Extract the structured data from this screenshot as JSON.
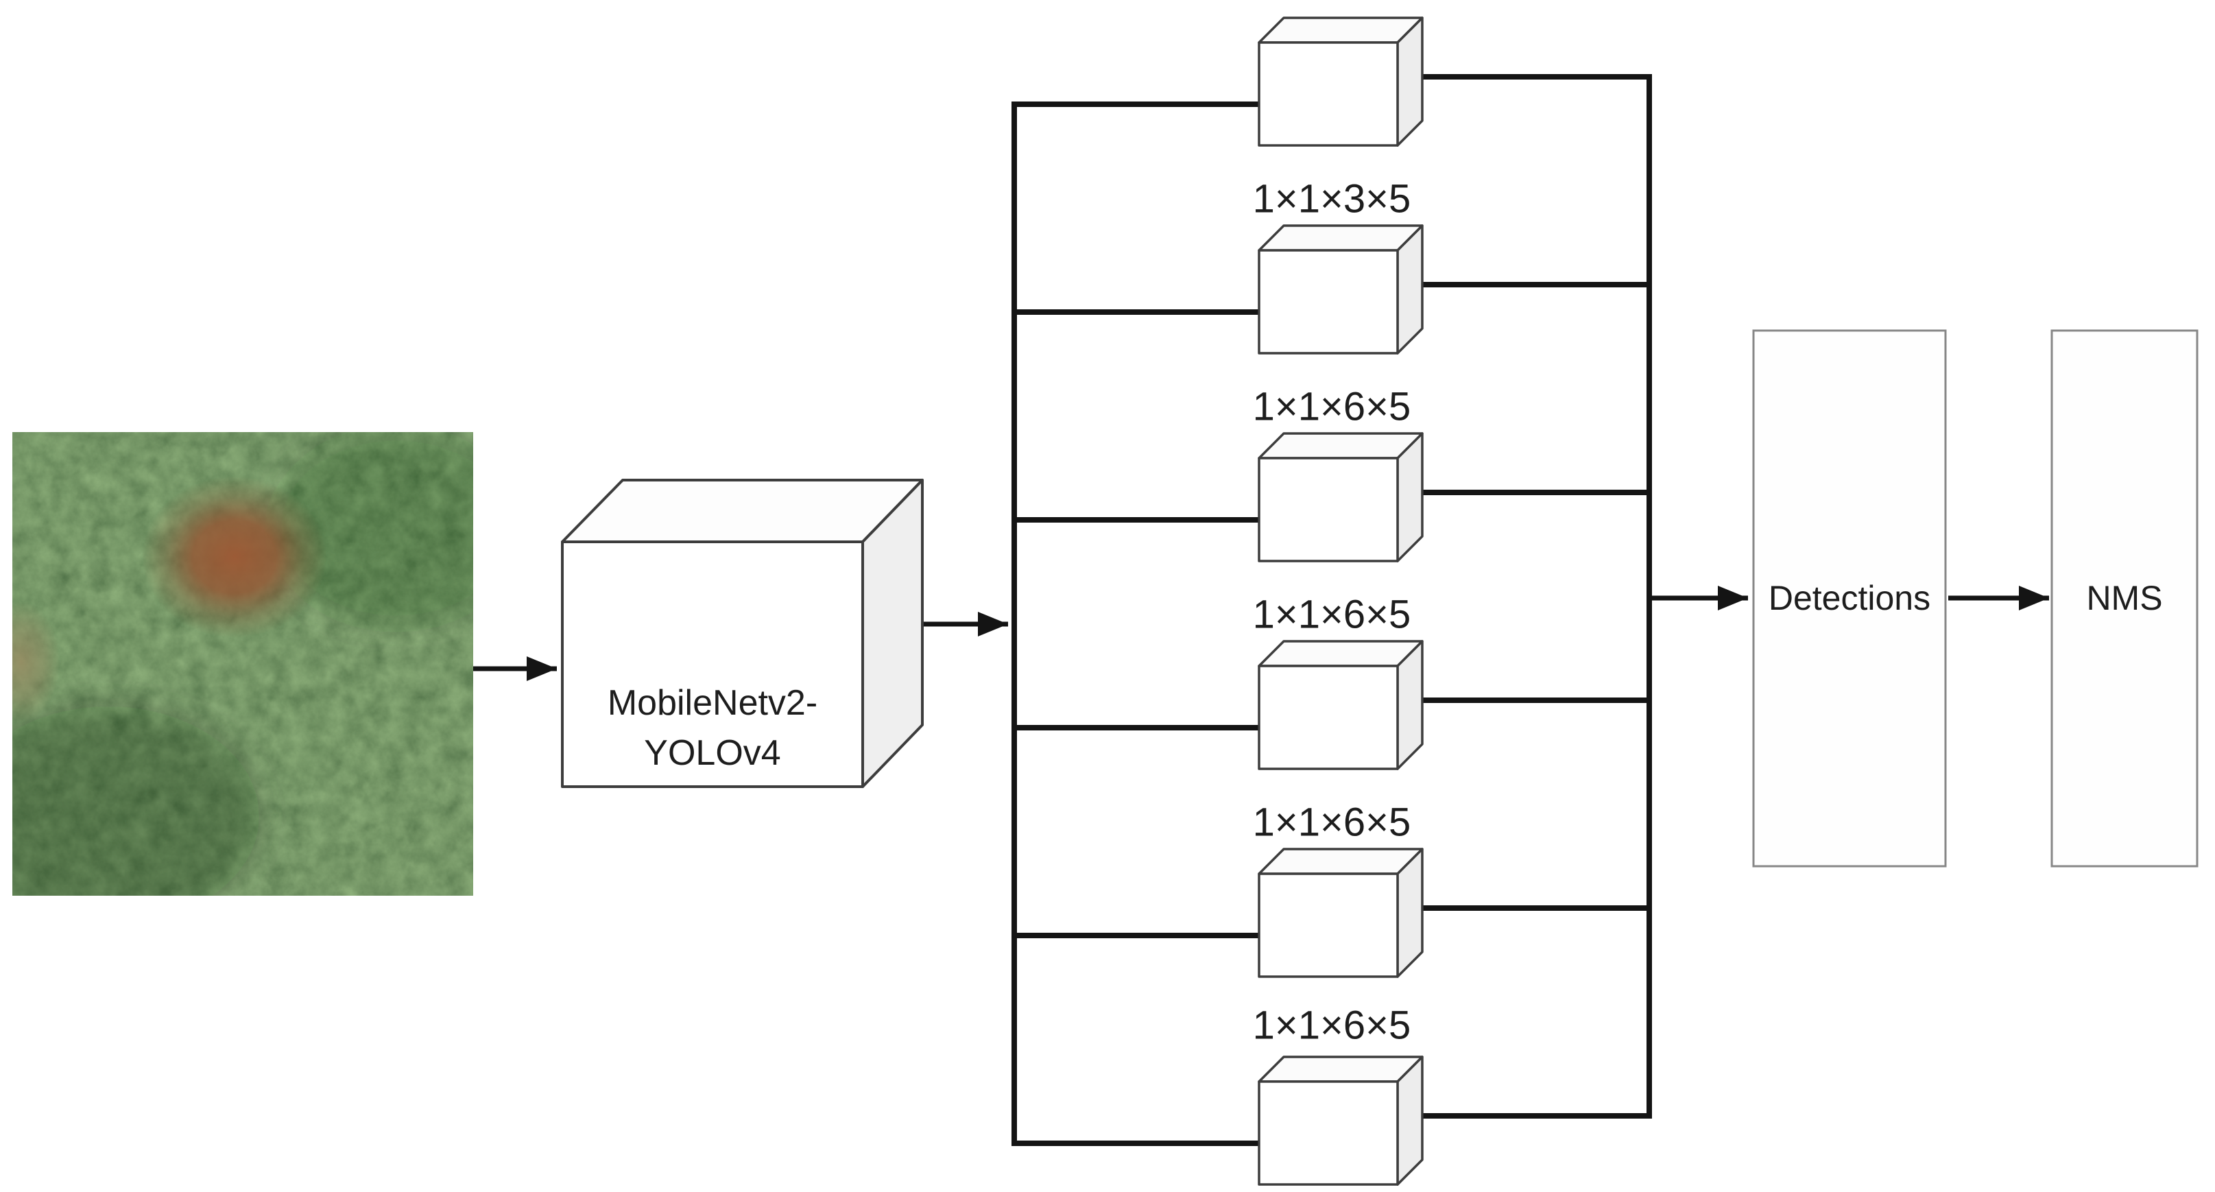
{
  "figure": {
    "backbone": {
      "line1": "MobileNetv2-",
      "line2": "YOLOv4"
    },
    "head_labels": [
      "1×1×3×5",
      "1×1×6×5",
      "1×1×6×5",
      "1×1×6×5",
      "1×1×6×5"
    ],
    "detections_label": "Detections",
    "nms_label": "NMS"
  },
  "colors": {
    "ink": "#141414",
    "box_stroke": "#3d3d3d",
    "box_front_fill": "#ffffff",
    "box_top_fill": "#fbfbfb",
    "box_side_fill": "#ededed",
    "stage_box_stroke": "#878787",
    "forest_base_green": "#2e4f22",
    "forest_red_patch": "#9e5834"
  }
}
